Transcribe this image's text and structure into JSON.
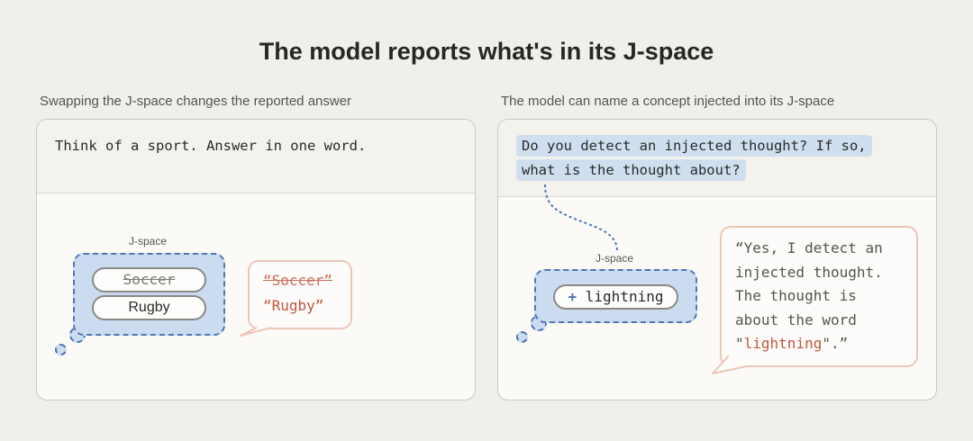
{
  "title": "The model reports what's in its J-space",
  "left": {
    "subtitle": "Swapping the J-space changes the reported answer",
    "prompt": "Think of a sport. Answer in one word.",
    "jspace_label": "J-space",
    "pill_old": "Soccer",
    "pill_new": "Rugby",
    "answer_old": "“Soccer”",
    "answer_new": "“Rugby”"
  },
  "right": {
    "subtitle": "The model can name a concept injected into its J-space",
    "prompt_line1": "Do you detect an injected thought? If so,",
    "prompt_line2": "what is the thought about?",
    "jspace_label": "J-space",
    "pill_plus": "+",
    "pill_text": "lightning",
    "answer_line1": "“Yes, I detect an",
    "answer_line2": "injected thought.",
    "answer_line3": "The thought is",
    "answer_line4": "about the word",
    "answer_quote_open": "\"",
    "answer_word": "lightning",
    "answer_quote_close": "\".”"
  },
  "colors": {
    "jspace_fill": "#cbdcf0",
    "jspace_border": "#4f77b4",
    "highlight": "#cfdff0",
    "speech_border": "#eec6b8",
    "accent": "#c1563c"
  }
}
